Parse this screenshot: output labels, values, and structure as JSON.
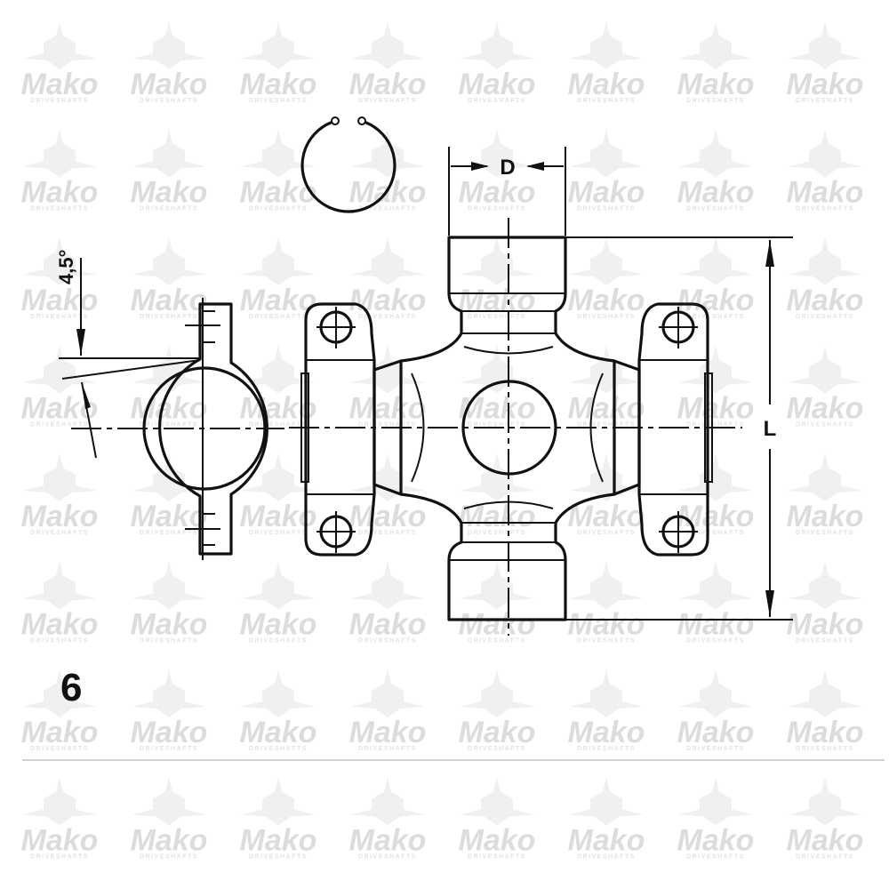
{
  "watermark": {
    "brand": "Mako",
    "subtitle": "DRIVESHAFTS",
    "columns": 8,
    "rows": 8,
    "color": "#dcdcdc"
  },
  "diagram": {
    "dimension_d_label": "D",
    "dimension_l_label": "L",
    "angle_label": "4,5°",
    "figure_number": "6",
    "line_color": "#111111"
  }
}
